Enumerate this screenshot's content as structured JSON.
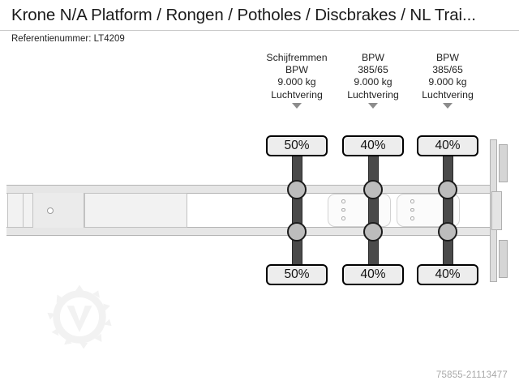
{
  "header": {
    "title": "Krone N/A Platform / Rongen / Potholes / Discbrakes / NL Trai...",
    "reference_label": "Referentienummer: LT4209"
  },
  "diagram": {
    "watermark_icon": "gear-m-watermark-icon",
    "kingpin_icon": "kingpin-ring-icon",
    "arrow_icon": "chevron-down-icon",
    "axles": [
      {
        "spec_lines": [
          "Schijfremmen",
          "BPW",
          "9.000 kg",
          "Luchtvering"
        ],
        "load_top": "50%",
        "load_bottom": "50%"
      },
      {
        "spec_lines": [
          "BPW",
          "385/65",
          "9.000 kg",
          "Luchtvering"
        ],
        "load_top": "40%",
        "load_bottom": "40%"
      },
      {
        "spec_lines": [
          "BPW",
          "385/65",
          "9.000 kg",
          "Luchtvering"
        ],
        "load_top": "40%",
        "load_bottom": "40%"
      }
    ]
  },
  "footer": {
    "image_id": "75855-21113477"
  },
  "colors": {
    "axle_bar": "#4a4a4a",
    "hub_fill": "#bcbcbc",
    "badge_fill": "#ededed",
    "badge_border": "#000000",
    "rail_fill": "#e6e6e6",
    "arrow": "#8c8c8c",
    "image_id_text": "#a8a8a8"
  }
}
